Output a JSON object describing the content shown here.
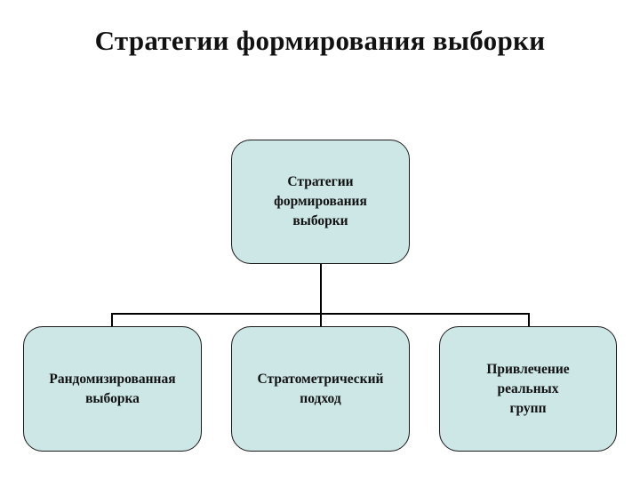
{
  "title": "Стратегии формирования выборки",
  "diagram": {
    "root": {
      "label": "Стратегии\nформирования\nвыборки"
    },
    "children": [
      {
        "label": "Рандомизированная\nвыборка"
      },
      {
        "label": "Стратометрический\nподход"
      },
      {
        "label": "Привлечение\nреальных\nгрупп"
      }
    ],
    "colors": {
      "node_fill": "#cde6e6",
      "node_border": "#1a1a1a",
      "connector": "#000000",
      "text": "#111111"
    }
  }
}
